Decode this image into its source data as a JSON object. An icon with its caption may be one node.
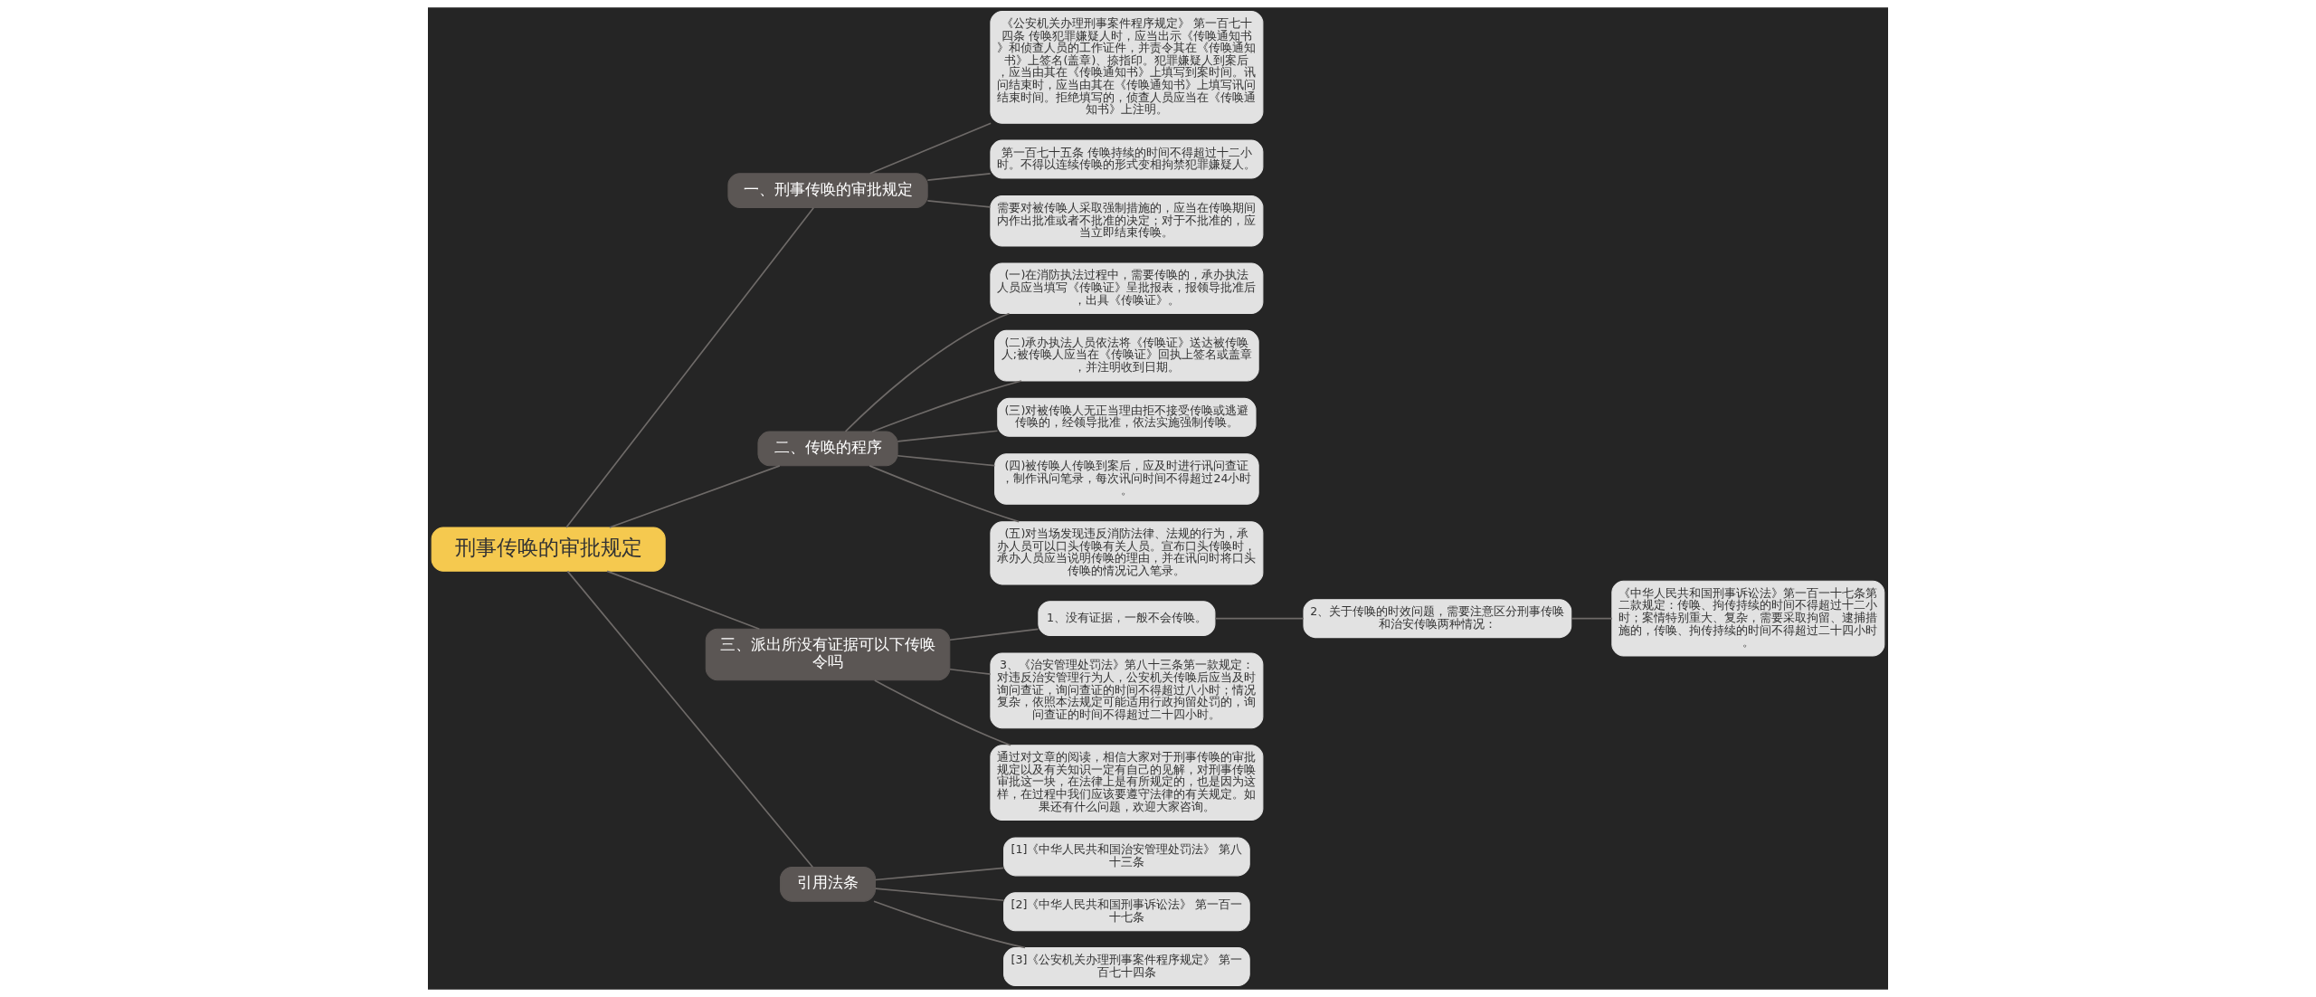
{
  "diagram": {
    "nodes": [
      {
        "text": [
          "刑事传唤的审批规定"
        ]
      },
      {
        "text": [
          "一、刑事传唤的审批规定"
        ]
      },
      {
        "text": [
          "《公安机关办理刑事案件程序规定》 第一百七十四条 传唤犯罪嫌疑人时，应当出示《传唤通知书》和侦查人员的工作证件，并责令其在《传唤通知书》上签名(盖章)、捺指印。犯罪嫌疑人到案后，应当由其在《传唤通知书》上填写到案时间。讯问结束时，应当由其在《传唤通知书》上填写讯问结束时间。拒绝填写的，侦查人员应当在《传唤通知书》上注明。"
        ]
      },
      {
        "text": [
          "第一百七十五条 传唤持续的时间不得超过十二小时。不得以连续传唤的形式变相拘禁犯罪嫌疑人。"
        ]
      },
      {
        "text": [
          "需要对被传唤人采取强制措施的，应当在传唤期间内作出批准或者不批准的决定；对于不批准的，应当立即结束传唤。"
        ]
      },
      {
        "text": [
          "二、传唤的程序"
        ]
      },
      {
        "text": [
          "(一)在消防执法过程中，需要传唤的，承办执法人员应当填写《传唤证》呈批报表，报领导批准后，出具《传唤证》。"
        ]
      },
      {
        "text": [
          "(二)承办执法人员依法将《传唤证》送达被传唤人;被传唤人应当在《传唤证》回执上签名或盖章，并注明收到日期。"
        ]
      },
      {
        "text": [
          "(三)对被传唤人无正当理由拒不接受传唤或逃避传唤的，经领导批准，依法实施强制传唤。"
        ]
      },
      {
        "text": [
          "(四)被传唤人传唤到案后，应及时进行讯问查证，制作讯问笔录，每次讯问时间不得超过24小时。"
        ]
      },
      {
        "text": [
          "(五)对当场发现违反消防法律、法规的行为，承办人员可以口头传唤有关人员。宣布口头传唤时，承办人员应当说明传唤的理由，并在讯问时将口头传唤的情况记入笔录。"
        ]
      },
      {
        "text": [
          "三、派出所没有证据可以下传唤令吗"
        ]
      },
      {
        "text": [
          "1、没有证据，一般不会传唤。"
        ]
      },
      {
        "text": [
          "2、关于传唤的时效问题，需要注意区分刑事传唤和治安传唤两种情况："
        ]
      },
      {
        "text": [
          "《中华人民共和国刑事诉讼法》第一百一十七条第二款规定：传唤、拘传持续的时间不得超过十二小时；案情特别重大、复杂，需要采取拘留、逮捕措施的，传唤、拘传持续的时间不得超过二十四小时。"
        ]
      },
      {
        "text": [
          "3、《治安管理处罚法》第八十三条第一款规定：对违反治安管理行为人，公安机关传唤后应当及时询问查证，询问查证的时间不得超过八小时；情况复杂，依照本法规定可能适用行政拘留处罚的，询问查证的时间不得超过二十四小时。"
        ]
      },
      {
        "text": [
          "通过对文章的阅读，相信大家对于刑事传唤的审批规定以及有关知识一定有自己的见解，对刑事传唤审批这一块，在法律上是有所规定的，也是因为这样，在过程中我们应该要遵守法律的有关规定。如果还有什么问题，欢迎大家咨询。"
        ]
      },
      {
        "text": [
          "引用法条"
        ]
      },
      {
        "text": [
          "[1]《中华人民共和国治安管理处罚法》 第八十三条"
        ]
      },
      {
        "text": [
          "[2]《中华人民共和国刑事诉讼法》 第一百一十七条"
        ]
      },
      {
        "text": [
          "[3]《公安机关办理刑事案件程序规定》 第一百七十四条"
        ]
      }
    ],
    "edges": [
      {
        "from": 0,
        "to": 1,
        "arrow": "none"
      },
      {
        "from": 1,
        "to": 2,
        "arrow": "none"
      },
      {
        "from": 1,
        "to": 3,
        "arrow": "none"
      },
      {
        "from": 1,
        "to": 4,
        "arrow": "none"
      },
      {
        "from": 0,
        "to": 5,
        "arrow": "none"
      },
      {
        "from": 5,
        "to": 6,
        "arrow": "none"
      },
      {
        "from": 5,
        "to": 7,
        "arrow": "none"
      },
      {
        "from": 5,
        "to": 8,
        "arrow": "none"
      },
      {
        "from": 5,
        "to": 9,
        "arrow": "none"
      },
      {
        "from": 5,
        "to": 10,
        "arrow": "none"
      },
      {
        "from": 0,
        "to": 11,
        "arrow": "none"
      },
      {
        "from": 11,
        "to": 12,
        "arrow": "none"
      },
      {
        "from": 12,
        "to": 13,
        "arrow": "none"
      },
      {
        "from": 13,
        "to": 14,
        "arrow": "none"
      },
      {
        "from": 11,
        "to": 15,
        "arrow": "none"
      },
      {
        "from": 11,
        "to": 16,
        "arrow": "none"
      },
      {
        "from": 0,
        "to": 17,
        "arrow": "none"
      },
      {
        "from": 17,
        "to": 18,
        "arrow": "none"
      },
      {
        "from": 17,
        "to": 19,
        "arrow": "none"
      },
      {
        "from": 17,
        "to": 20,
        "arrow": "none"
      }
    ]
  }
}
